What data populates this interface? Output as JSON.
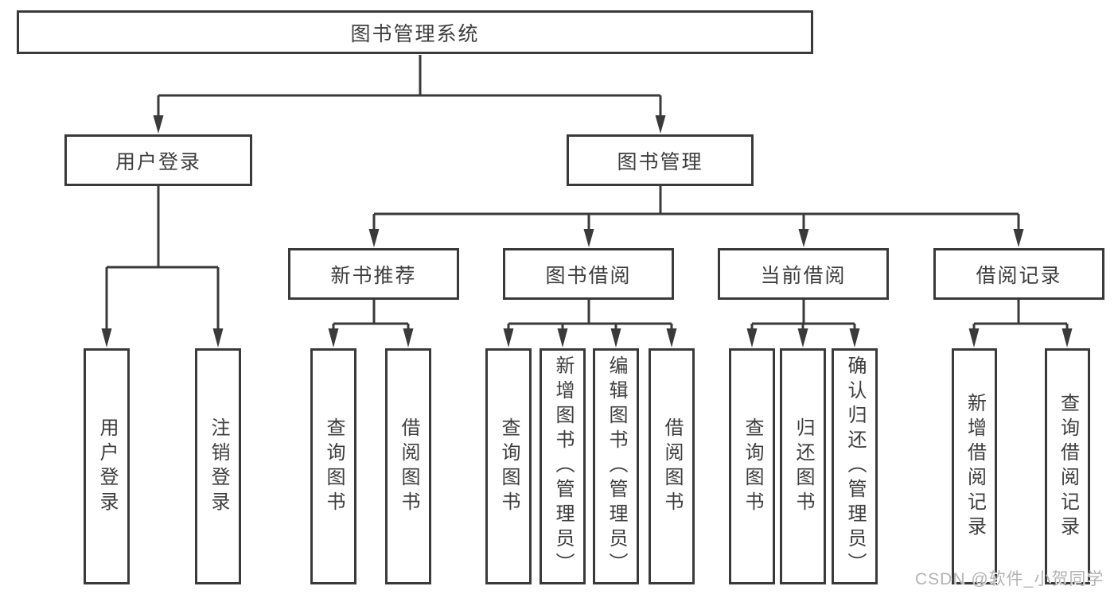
{
  "diagram": {
    "watermark": "CSDN @软件_小贺同学",
    "colors": {
      "line": "#3a3a3a",
      "text": "#3d3d3d",
      "background": "#ffffff",
      "watermark": "#b3b3b3"
    },
    "nodes": {
      "root": {
        "label": "图书管理系统"
      },
      "level1": [
        {
          "id": "user-login",
          "label": "用户登录"
        },
        {
          "id": "book-management",
          "label": "图书管理"
        }
      ],
      "level2": [
        {
          "id": "new-book-recommendation",
          "label": "新书推荐"
        },
        {
          "id": "book-borrowing",
          "label": "图书借阅"
        },
        {
          "id": "current-borrowing",
          "label": "当前借阅"
        },
        {
          "id": "borrowing-records",
          "label": "借阅记录"
        }
      ],
      "leaves": [
        {
          "id": "user-login",
          "label": "用户登录"
        },
        {
          "id": "logout",
          "label": "注销登录"
        },
        {
          "id": "query-books-recommend",
          "label": "查询图书"
        },
        {
          "id": "borrow-books-recommend",
          "label": "借阅图书"
        },
        {
          "id": "query-books-borrow",
          "label": "查询图书"
        },
        {
          "id": "add-books-admin",
          "label": "新增图书（管理员）"
        },
        {
          "id": "edit-books-admin",
          "label": "编辑图书（管理员）"
        },
        {
          "id": "borrow-books",
          "label": "借阅图书"
        },
        {
          "id": "query-books-current",
          "label": "查询图书"
        },
        {
          "id": "return-books",
          "label": "归还图书"
        },
        {
          "id": "confirm-return-admin",
          "label": "确认归还（管理员）"
        },
        {
          "id": "add-borrow-record",
          "label": "新增借阅记录"
        },
        {
          "id": "query-borrow-record",
          "label": "查询借阅记录"
        }
      ]
    }
  }
}
